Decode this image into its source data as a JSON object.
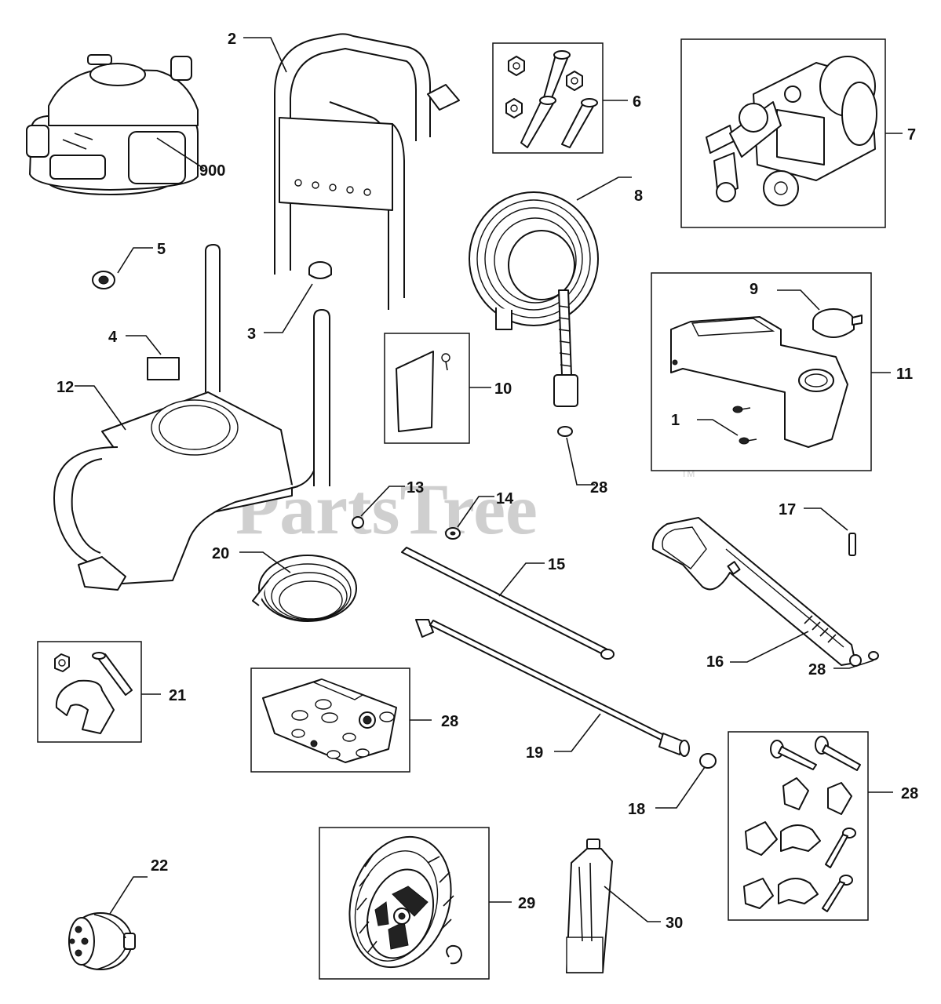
{
  "watermark": {
    "text": "PartsTree",
    "tm": "TM"
  },
  "callouts": [
    {
      "id": "c900",
      "label": "900"
    },
    {
      "id": "c2",
      "label": "2"
    },
    {
      "id": "c6",
      "label": "6"
    },
    {
      "id": "c7",
      "label": "7"
    },
    {
      "id": "c8",
      "label": "8"
    },
    {
      "id": "c5",
      "label": "5"
    },
    {
      "id": "c3",
      "label": "3"
    },
    {
      "id": "c4",
      "label": "4"
    },
    {
      "id": "c12",
      "label": "12"
    },
    {
      "id": "c10",
      "label": "10"
    },
    {
      "id": "c9",
      "label": "9"
    },
    {
      "id": "c11",
      "label": "11"
    },
    {
      "id": "c1",
      "label": "1"
    },
    {
      "id": "c28a",
      "label": "28"
    },
    {
      "id": "c13",
      "label": "13"
    },
    {
      "id": "c14",
      "label": "14"
    },
    {
      "id": "c17",
      "label": "17"
    },
    {
      "id": "c20",
      "label": "20"
    },
    {
      "id": "c15",
      "label": "15"
    },
    {
      "id": "c16",
      "label": "16"
    },
    {
      "id": "c28b",
      "label": "28"
    },
    {
      "id": "c21",
      "label": "21"
    },
    {
      "id": "c28c",
      "label": "28"
    },
    {
      "id": "c19",
      "label": "19"
    },
    {
      "id": "c18",
      "label": "18"
    },
    {
      "id": "c28d",
      "label": "28"
    },
    {
      "id": "c22",
      "label": "22"
    },
    {
      "id": "c29",
      "label": "29"
    },
    {
      "id": "c30",
      "label": "30"
    }
  ]
}
